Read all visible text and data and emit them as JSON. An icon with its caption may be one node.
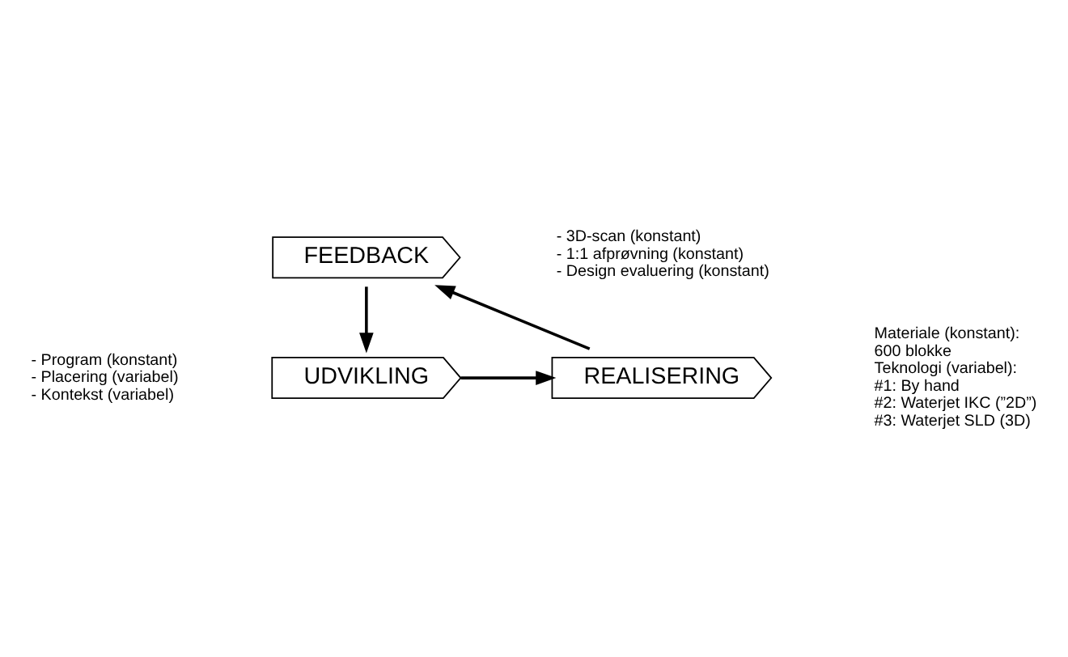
{
  "diagram": {
    "nodes": [
      {
        "text": [
          "UDVIKLING"
        ],
        "beside": [
          "- Program (konstant)",
          "- Placering (variabel)",
          "- Kontekst (variabel)"
        ]
      },
      {
        "text": [
          "REALISERING"
        ],
        "beside": [
          "Materiale (konstant):",
          "600 blokke",
          "Teknologi (variabel):",
          "#1: By hand",
          "#2: Waterjet IKC (”2D”)",
          "#3: Waterjet SLD (3D)"
        ]
      },
      {
        "text": [
          "FEEDBACK"
        ],
        "beside": [
          "- 3D-scan (konstant)",
          "- 1:1 afprøvning (konstant)",
          "- Design evaluering (konstant)"
        ]
      }
    ],
    "edges": [
      {
        "from": 0,
        "to": 1,
        "arrow": "to"
      },
      {
        "from": 1,
        "to": 2,
        "arrow": "to"
      },
      {
        "from": 2,
        "to": 0,
        "arrow": "to"
      }
    ]
  }
}
